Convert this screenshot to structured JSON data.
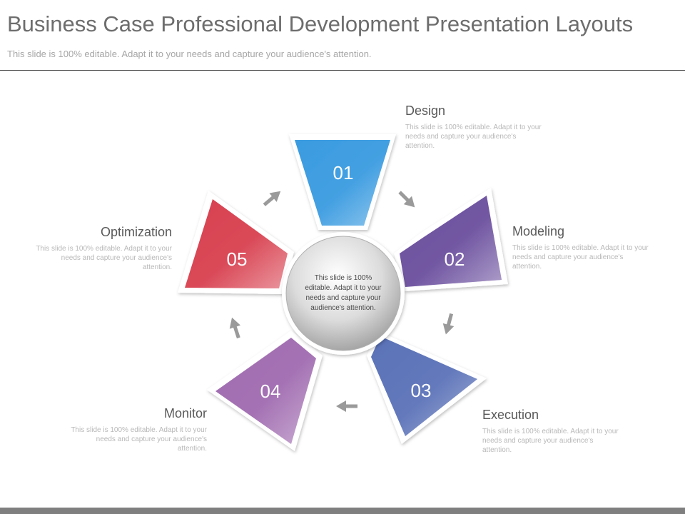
{
  "header": {
    "title": "Business Case Professional Development Presentation Layouts",
    "subtitle": "This slide is 100% editable. Adapt it to your needs and capture your audience's attention."
  },
  "center": {
    "text": "This slide is 100% editable. Adapt it to your needs and capture your audience's attention."
  },
  "steps": [
    {
      "number": "01",
      "label": "Design",
      "description": "This slide is 100% editable. Adapt it to your needs and capture your audience's attention.",
      "color": "#3a9be0"
    },
    {
      "number": "02",
      "label": "Modeling",
      "description": "This slide is 100% editable. Adapt it to your needs and capture your audience's attention.",
      "color": "#6b4f9e"
    },
    {
      "number": "03",
      "label": "Execution",
      "description": "This slide is 100% editable. Adapt it to your needs and capture your audience's attention.",
      "color": "#5b72b8"
    },
    {
      "number": "04",
      "label": "Monitor",
      "description": "This slide is 100% editable. Adapt it to your needs and capture your audience's attention.",
      "color": "#a06bb0"
    },
    {
      "number": "05",
      "label": "Optimization",
      "description": "This slide is 100% editable. Adapt it to your needs and capture your audience's attention.",
      "color": "#d8404f"
    }
  ],
  "colors": {
    "title_text": "#6d6d6d",
    "bottom_bar": "#7f7f7f",
    "arrow": "#9a9a9a",
    "circle": "#c9c9c9"
  }
}
